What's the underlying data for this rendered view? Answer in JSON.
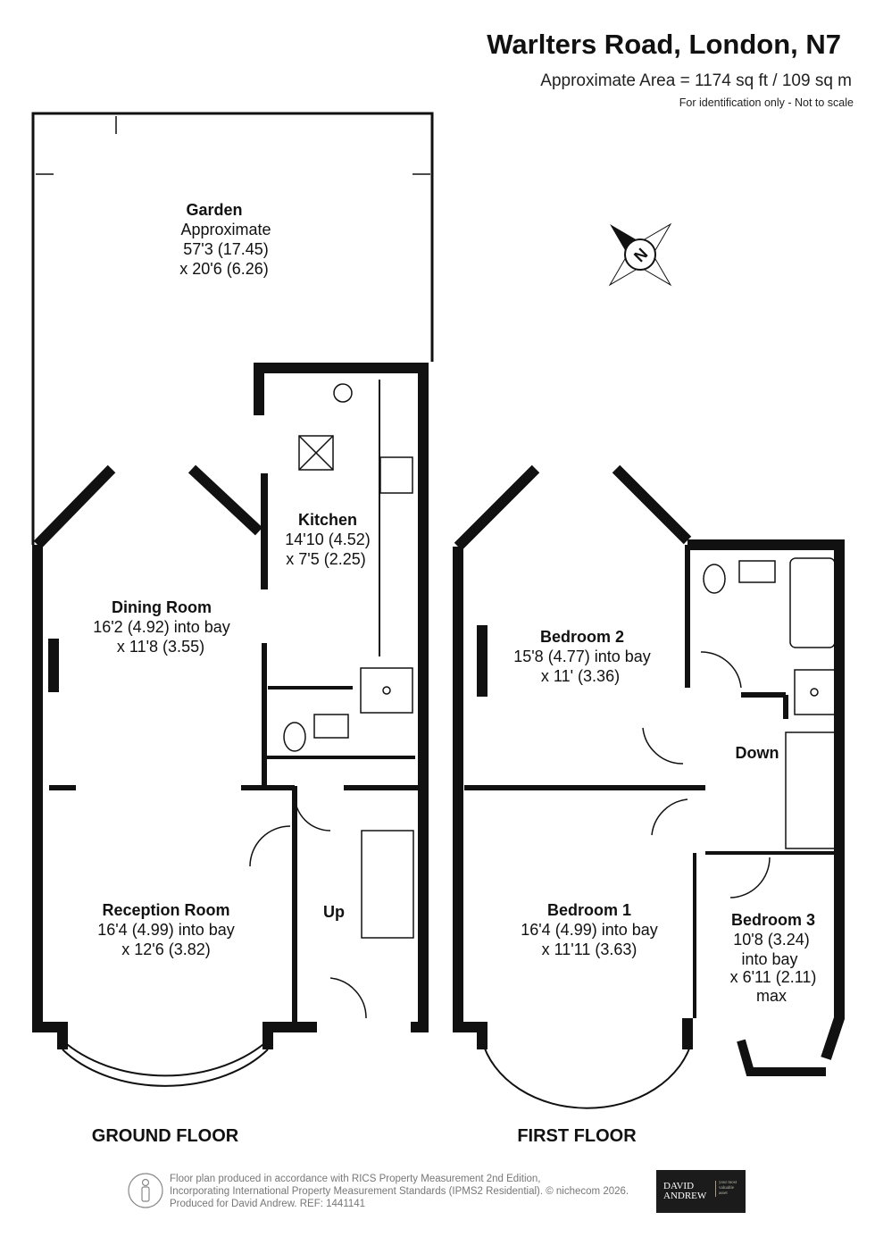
{
  "header": {
    "title": "Warlters Road, London, N7",
    "area": "Approximate Area = 1174 sq ft / 109 sq m",
    "disclaimer": "For identification only - Not to scale"
  },
  "compass": {
    "label": "N"
  },
  "ground_floor": {
    "label": "GROUND FLOOR",
    "rooms": [
      {
        "name": "Garden",
        "lines": [
          "Approximate",
          "57'3 (17.45)",
          "x 20'6 (6.26)"
        ]
      },
      {
        "name": "Kitchen",
        "lines": [
          "14'10 (4.52)",
          "x 7'5 (2.25)"
        ]
      },
      {
        "name": "Dining Room",
        "lines": [
          "16'2 (4.92) into bay",
          "x 11'8 (3.55)"
        ]
      },
      {
        "name": "Reception Room",
        "lines": [
          "16'4 (4.99) into bay",
          "x 12'6 (3.82)"
        ]
      }
    ],
    "stairs_label": "Up"
  },
  "first_floor": {
    "label": "FIRST FLOOR",
    "rooms": [
      {
        "name": "Bedroom 2",
        "lines": [
          "15'8 (4.77) into bay",
          "x 11' (3.36)"
        ]
      },
      {
        "name": "Bedroom 1",
        "lines": [
          "16'4 (4.99) into bay",
          "x 11'11 (3.63)"
        ]
      },
      {
        "name": "Bedroom 3",
        "lines": [
          "10'8 (3.24)",
          "into bay",
          "x 6'11 (2.11)",
          "max"
        ]
      }
    ],
    "stairs_label": "Down"
  },
  "footer": {
    "lines": [
      "Floor plan produced in accordance with RICS Property Measurement 2nd Edition,",
      "Incorporating International Property Measurement Standards (IPMS2 Residential).   © nichecom 2026.",
      "Produced for David Andrew.   REF: 1441141"
    ],
    "logo": {
      "name": "DAVID ANDREW",
      "tagline": "your most valuable asset"
    }
  }
}
